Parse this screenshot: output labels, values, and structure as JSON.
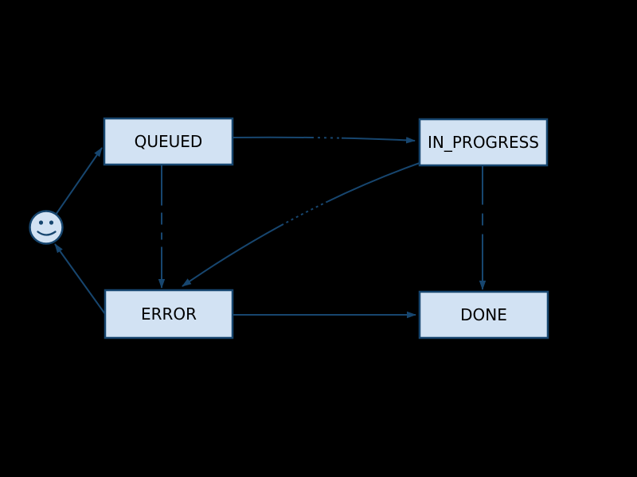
{
  "diagram": {
    "type": "state-diagram",
    "colors": {
      "background": "#000000",
      "node_fill": "#d2e2f3",
      "node_border": "#17466f",
      "edge": "#17466f",
      "node_text": "#000000"
    },
    "start": {
      "icon": "smiley-face-icon"
    },
    "nodes": [
      {
        "id": "queued",
        "label": "QUEUED"
      },
      {
        "id": "in_progress",
        "label": "IN_PROGRESS"
      },
      {
        "id": "error",
        "label": "ERROR"
      },
      {
        "id": "done",
        "label": "DONE"
      }
    ],
    "edges": [
      {
        "from": "start",
        "to": "QUEUED"
      },
      {
        "from": "QUEUED",
        "to": "IN_PROGRESS"
      },
      {
        "from": "QUEUED",
        "to": "ERROR"
      },
      {
        "from": "IN_PROGRESS",
        "to": "ERROR"
      },
      {
        "from": "IN_PROGRESS",
        "to": "DONE"
      },
      {
        "from": "ERROR",
        "to": "DONE"
      },
      {
        "from": "ERROR",
        "to": "start"
      }
    ]
  }
}
